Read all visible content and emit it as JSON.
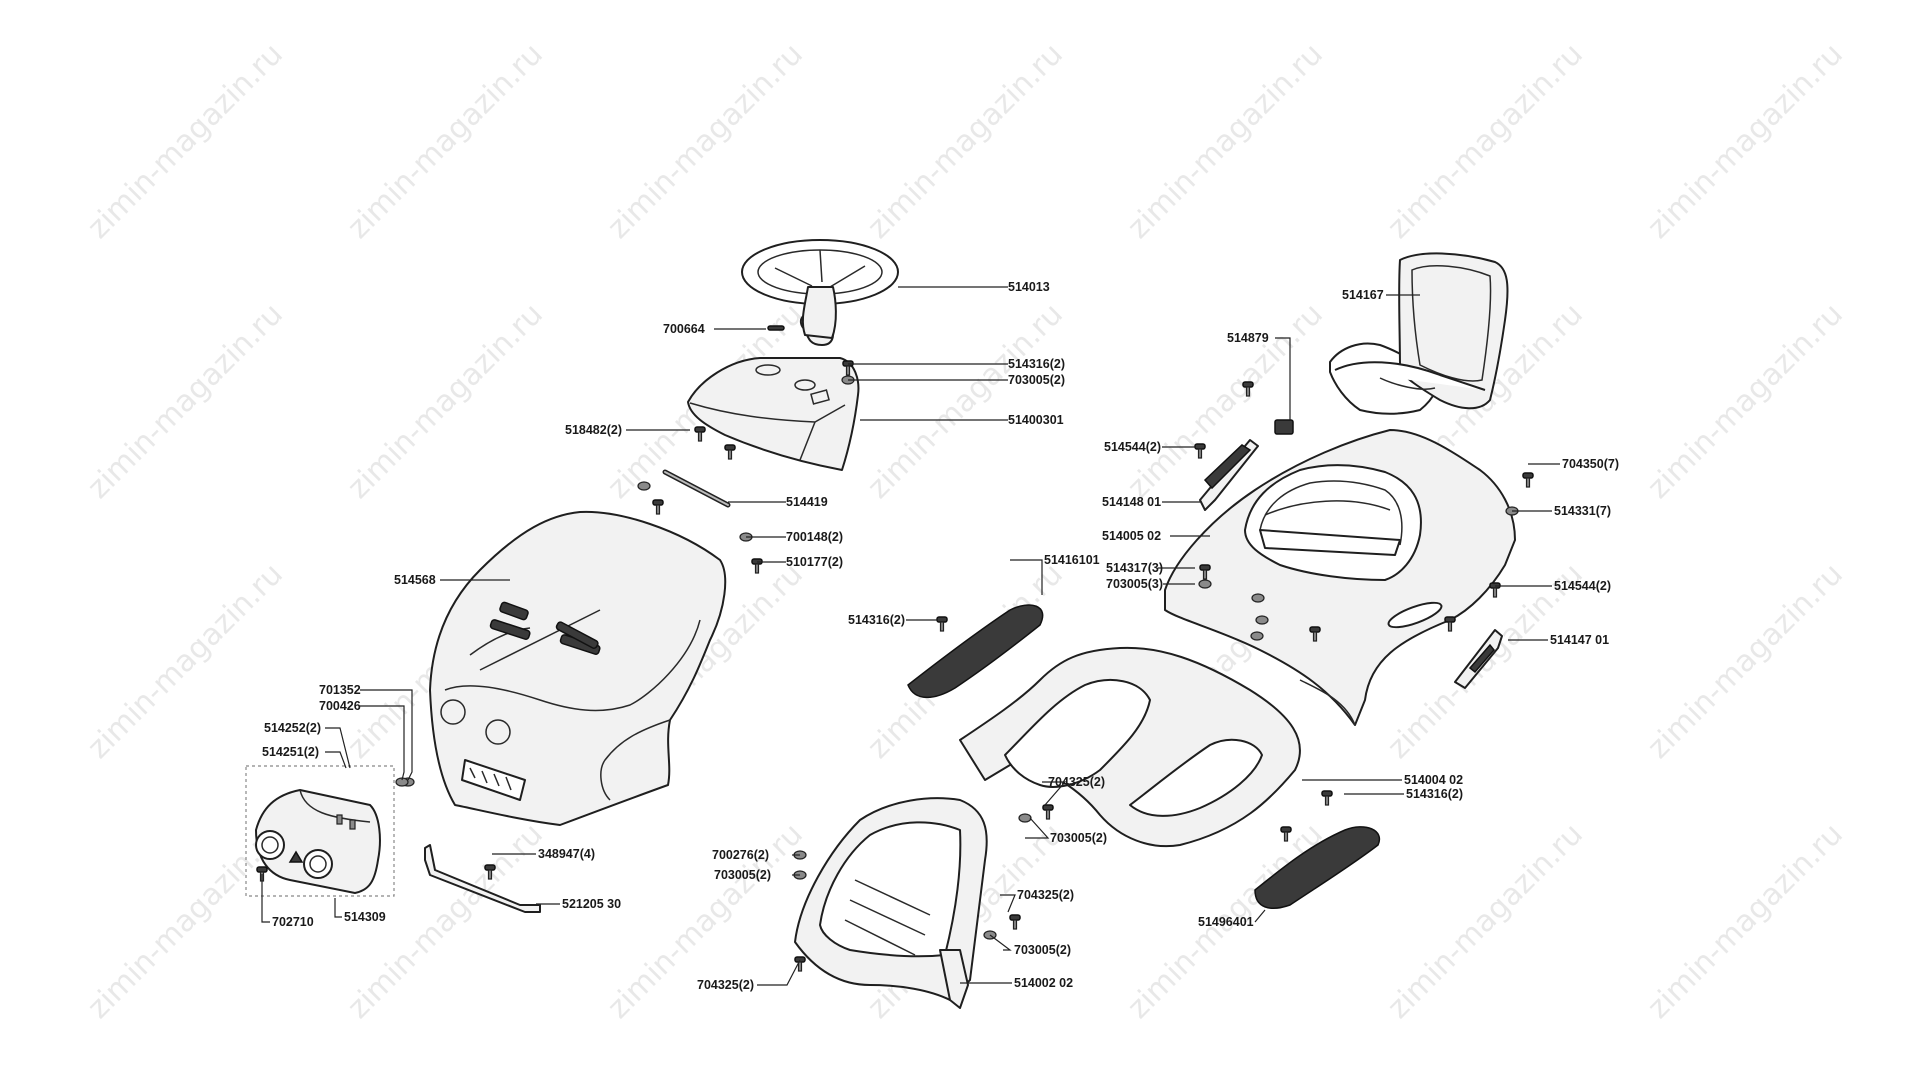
{
  "watermark": {
    "text": "zimin-magazin.ru"
  },
  "labels": {
    "p514013": "514013",
    "p700664": "700664",
    "p514316_2_top": "514316(2)",
    "p703005_2_top": "703005(2)",
    "p51400301": "51400301",
    "p518482_2": "518482(2)",
    "p514419": "514419",
    "p700148_2": "700148(2)",
    "p510177_2": "510177(2)",
    "p514568": "514568",
    "p701352": "701352",
    "p700426": "700426",
    "p514252_2": "514252(2)",
    "p514251_2": "514251(2)",
    "p348947_4": "348947(4)",
    "p521205_30": "521205 30",
    "p702710": "702710",
    "p514309": "514309",
    "p514167": "514167",
    "p514879": "514879",
    "p514544_2_left": "514544(2)",
    "p704350_7": "704350(7)",
    "p514148_01": "514148 01",
    "p514331_7": "514331(7)",
    "p514005_02": "514005 02",
    "p514317_3": "514317(3)",
    "p703005_3": "703005(3)",
    "p514544_2_right": "514544(2)",
    "p51416101": "51416101",
    "p514316_2_mid": "514316(2)",
    "p514147_01": "514147 01",
    "p514004_02": "514004 02",
    "p514316_2_right": "514316(2)",
    "p704325_2_a": "704325(2)",
    "p703005_2_a": "703005(2)",
    "p700276_2": "700276(2)",
    "p703005_2_b": "703005(2)",
    "p704325_2_b": "704325(2)",
    "p703005_2_c": "703005(2)",
    "p704325_2_c": "704325(2)",
    "p514002_02": "514002 02",
    "p51496401": "51496401"
  }
}
